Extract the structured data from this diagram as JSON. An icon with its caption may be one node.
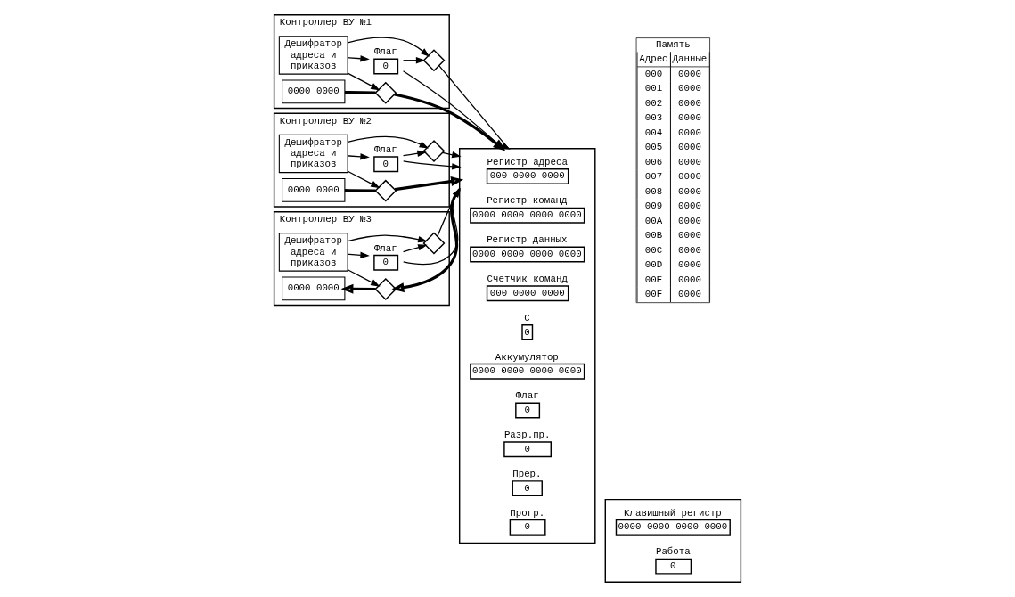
{
  "diagram": {
    "nodes": [
      {
        "text": [
          "Контроллер ВУ №1"
        ]
      },
      {
        "text": [
          "Дешифратор адреса и приказов"
        ],
        "in": 0
      },
      {
        "text": [
          "0"
        ],
        "beside": [
          "Флаг"
        ],
        "in": 0
      },
      {
        "text": [],
        "shape": "diamond",
        "in": 0
      },
      {
        "text": [],
        "shape": "diamond",
        "in": 0
      },
      {
        "text": [
          "0000 0000"
        ],
        "in": 0
      },
      {
        "text": [
          "Контроллер ВУ №2"
        ]
      },
      {
        "text": [
          "Дешифратор адреса и приказов"
        ],
        "in": 6
      },
      {
        "text": [
          "0"
        ],
        "beside": [
          "Флаг"
        ],
        "in": 6
      },
      {
        "text": [],
        "shape": "diamond",
        "in": 6
      },
      {
        "text": [],
        "shape": "diamond",
        "in": 6
      },
      {
        "text": [
          "0000 0000"
        ],
        "in": 6
      },
      {
        "text": [
          "Контроллер ВУ №3"
        ]
      },
      {
        "text": [
          "Дешифратор адреса и приказов"
        ],
        "in": 12
      },
      {
        "text": [
          "0"
        ],
        "beside": [
          "Флаг"
        ],
        "in": 12
      },
      {
        "text": [],
        "shape": "diamond",
        "in": 12
      },
      {
        "text": [],
        "shape": "diamond",
        "in": 12
      },
      {
        "text": [
          "0000 0000"
        ],
        "in": 12
      },
      {
        "text": [],
        "shape": "box"
      },
      {
        "text": [
          "Регистр адреса",
          "000 0000 0000"
        ],
        "in": 18
      },
      {
        "text": [
          "Регистр команд",
          "0000 0000 0000 0000"
        ],
        "in": 18
      },
      {
        "text": [
          "Регистр данных",
          "0000 0000 0000 0000"
        ],
        "in": 18
      },
      {
        "text": [
          "Счетчик команд",
          "000 0000 0000"
        ],
        "in": 18
      },
      {
        "text": [
          "C",
          "0"
        ],
        "in": 18
      },
      {
        "text": [
          "Аккумулятор",
          "0000 0000 0000 0000"
        ],
        "in": 18
      },
      {
        "text": [
          "Флаг",
          "0"
        ],
        "in": 18
      },
      {
        "text": [
          "Разр.пр.",
          "0"
        ],
        "in": 18
      },
      {
        "text": [
          "Прер.",
          "0"
        ],
        "in": 18
      },
      {
        "text": [
          "Прогр.",
          "0"
        ],
        "in": 18
      },
      {
        "text": [],
        "shape": "box"
      },
      {
        "text": [
          "Клавишный регистр",
          "0000 0000 0000 0000"
        ],
        "in": 29
      },
      {
        "text": [
          "Работа",
          "0"
        ],
        "in": 29
      }
    ],
    "edges": [
      {
        "from": 1,
        "to": 3,
        "arrow": "to"
      },
      {
        "from": 1,
        "to": 2,
        "arrow": "to"
      },
      {
        "from": 1,
        "to": 4,
        "arrow": "to"
      },
      {
        "from": 2,
        "to": 3,
        "arrow": "to"
      },
      {
        "from": 3,
        "to": 18,
        "arrow": "to"
      },
      {
        "from": 2,
        "to": 18,
        "arrow": "to"
      },
      {
        "from": 5,
        "to": 4,
        "arrow": "none",
        "style": "thick"
      },
      {
        "from": 4,
        "to": 18,
        "arrow": "to",
        "style": "thick"
      },
      {
        "from": 7,
        "to": 9,
        "arrow": "to"
      },
      {
        "from": 7,
        "to": 8,
        "arrow": "to"
      },
      {
        "from": 7,
        "to": 10,
        "arrow": "to"
      },
      {
        "from": 8,
        "to": 9,
        "arrow": "to"
      },
      {
        "from": 9,
        "to": 18,
        "arrow": "to"
      },
      {
        "from": 8,
        "to": 18,
        "arrow": "to"
      },
      {
        "from": 11,
        "to": 10,
        "arrow": "none",
        "style": "thick"
      },
      {
        "from": 10,
        "to": 18,
        "arrow": "to",
        "style": "thick"
      },
      {
        "from": 13,
        "to": 15,
        "arrow": "to"
      },
      {
        "from": 13,
        "to": 14,
        "arrow": "to"
      },
      {
        "from": 13,
        "to": 16,
        "arrow": "to"
      },
      {
        "from": 14,
        "to": 15,
        "arrow": "to"
      },
      {
        "from": 15,
        "to": 18,
        "arrow": "to"
      },
      {
        "from": 14,
        "to": 18,
        "arrow": "to"
      },
      {
        "from": 18,
        "to": 16,
        "arrow": "to",
        "style": "thick"
      },
      {
        "from": 16,
        "to": 17,
        "arrow": "to",
        "style": "thick"
      }
    ],
    "labels": [
      "Память",
      "Адрес",
      "Данные",
      "000",
      "0000",
      "001",
      "0000",
      "002",
      "0000",
      "003",
      "0000",
      "004",
      "0000",
      "005",
      "0000",
      "006",
      "0000",
      "007",
      "0000",
      "008",
      "0000",
      "009",
      "0000",
      "00A",
      "0000",
      "00B",
      "0000",
      "00C",
      "0000",
      "00D",
      "0000",
      "00E",
      "0000",
      "00F",
      "0000"
    ]
  }
}
